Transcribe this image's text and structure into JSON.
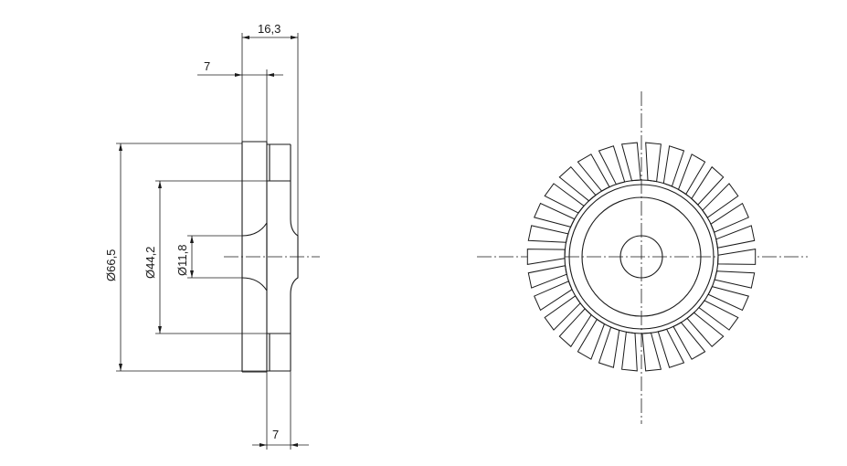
{
  "drawing": {
    "dimensions": {
      "overall_width": "16,3",
      "hub_width_top": "7",
      "hub_width_bottom": "7",
      "outer_diameter": "Ø66,5",
      "mid_diameter": "Ø44,2",
      "bore_diameter": "Ø11,8"
    },
    "front_view": {
      "blade_count": 30
    }
  }
}
